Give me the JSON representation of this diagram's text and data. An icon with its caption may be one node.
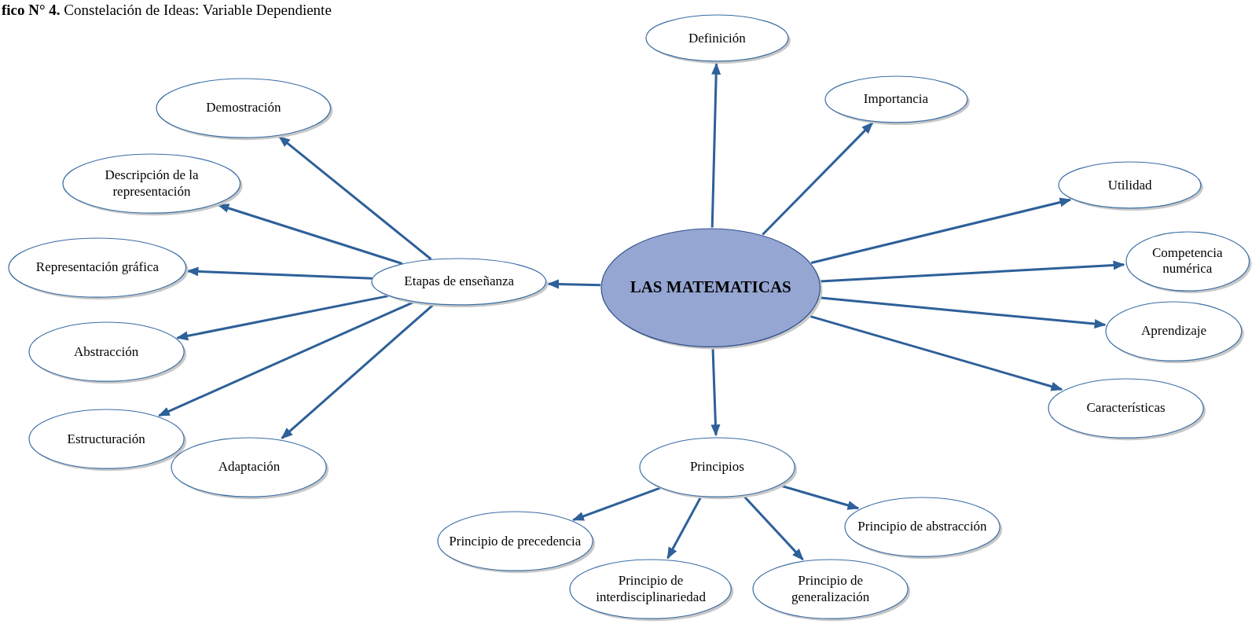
{
  "diagram": {
    "title": "**fico N° 4.** Constelación de Ideas: Variable Dependiente",
    "nodes": [
      {
        "text": [
          "LAS MATEMATICAS"
        ]
      },
      {
        "text": [
          "Definición"
        ]
      },
      {
        "text": [
          "Importancia"
        ]
      },
      {
        "text": [
          "Utilidad"
        ]
      },
      {
        "text": [
          "Competencia numérica"
        ]
      },
      {
        "text": [
          "Aprendizaje"
        ]
      },
      {
        "text": [
          "Características"
        ]
      },
      {
        "text": [
          "Etapas de enseñanza"
        ]
      },
      {
        "text": [
          "Demostración"
        ]
      },
      {
        "text": [
          "Descripción de la representación"
        ]
      },
      {
        "text": [
          "Representación gráfica"
        ]
      },
      {
        "text": [
          "Abstracción"
        ]
      },
      {
        "text": [
          "Estructuración"
        ]
      },
      {
        "text": [
          "Adaptación"
        ]
      },
      {
        "text": [
          "Principios"
        ]
      },
      {
        "text": [
          "Principio de precedencia"
        ]
      },
      {
        "text": [
          "Principio de interdisciplinariedad"
        ]
      },
      {
        "text": [
          "Principio de generalización"
        ]
      },
      {
        "text": [
          "Principio de abstracción"
        ]
      }
    ],
    "edges": [
      {
        "from": 0,
        "to": 1,
        "arrow": "to"
      },
      {
        "from": 0,
        "to": 2,
        "arrow": "to"
      },
      {
        "from": 0,
        "to": 3,
        "arrow": "to"
      },
      {
        "from": 0,
        "to": 4,
        "arrow": "to"
      },
      {
        "from": 0,
        "to": 5,
        "arrow": "to"
      },
      {
        "from": 0,
        "to": 6,
        "arrow": "to"
      },
      {
        "from": 0,
        "to": 7,
        "arrow": "to"
      },
      {
        "from": 7,
        "to": 8,
        "arrow": "to"
      },
      {
        "from": 7,
        "to": 9,
        "arrow": "to"
      },
      {
        "from": 7,
        "to": 10,
        "arrow": "to"
      },
      {
        "from": 7,
        "to": 11,
        "arrow": "to"
      },
      {
        "from": 7,
        "to": 12,
        "arrow": "to"
      },
      {
        "from": 7,
        "to": 13,
        "arrow": "to"
      },
      {
        "from": 0,
        "to": 14,
        "arrow": "to"
      },
      {
        "from": 14,
        "to": 15,
        "arrow": "to"
      },
      {
        "from": 14,
        "to": 16,
        "arrow": "to"
      },
      {
        "from": 14,
        "to": 17,
        "arrow": "to"
      },
      {
        "from": 14,
        "to": 18,
        "arrow": "to"
      }
    ]
  }
}
